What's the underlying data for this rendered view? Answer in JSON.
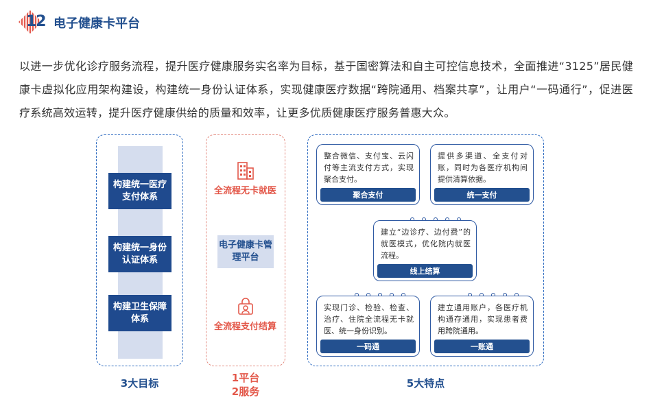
{
  "header": {
    "number": "12",
    "title": "电子健康卡平台"
  },
  "paragraph": "以进一步优化诊疗服务流程，提升医疗健康服务实名率为目标，基于国密算法和自主可控信息技术，全面推进“3125”居民健康卡虚拟化应用架构建设，构建统一身份认证体系，实现健康医疗数据“跨院通用、档案共享”，让用户“一码通行”，促进医疗系统高效运转，提升医疗健康供给的质量和效率，让更多优质健康医疗服务普惠大众。",
  "goals": {
    "items": [
      {
        "label": "构建统一医疗支付体系"
      },
      {
        "label": "构建统一身份认证体系"
      },
      {
        "label": "构建卫生保障体系"
      }
    ],
    "caption": "3大目标"
  },
  "platform": {
    "service1": "全流程无卡就医",
    "center": "电子健康卡管理平台",
    "service2": "全流程支付结算",
    "caption_line1": "1平台",
    "caption_line2": "2服务",
    "icon1": "building-icon",
    "icon2": "payment-lock-icon"
  },
  "features": {
    "items": [
      {
        "text": "整合微信、支付宝、云闪付等主流支付方式，实现聚合支付。",
        "label": "聚合支付"
      },
      {
        "text": "提供多渠道、全支付对账，同时为各医疗机构间提供清算依据。",
        "label": "统一支付"
      },
      {
        "text": "建立“边诊疗、边付费”的就医模式，优化院内就医流程。",
        "label": "线上结算"
      },
      {
        "text": "实现门诊、检验、检查、治疗、住院全流程无卡就医、统一身份识别。",
        "label": "一码通"
      },
      {
        "text": "建立通用账户，各医疗机构通存通用，实现患者费用跨院通用。",
        "label": "一账通"
      }
    ],
    "caption": "5大特点"
  },
  "colors": {
    "navy": "#23508f",
    "red": "#e3584a",
    "blue_dash": "#2f6cc1",
    "light_block": "#d5ddee"
  }
}
